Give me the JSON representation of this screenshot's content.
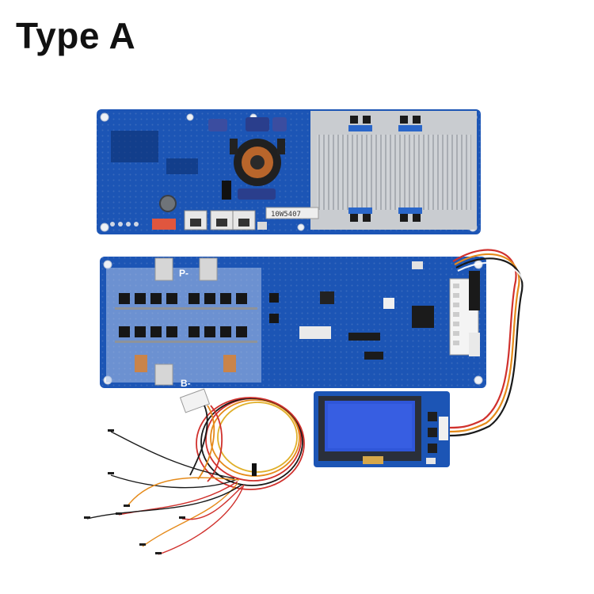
{
  "title": "Type A",
  "colors": {
    "pcb_blue": "#1c55b5",
    "pcb_blue_dark": "#12408f",
    "heatsink_silver": "#c9ccd0",
    "lcd_blue": "#2f56d9",
    "wire_red": "#d0312d",
    "wire_orange": "#e58a1a",
    "wire_black": "#1a1a1a"
  },
  "top_board": {
    "silkscreen_label": "10W5407"
  },
  "middle_board": {
    "positive_label": "P-",
    "negative_label": "B-"
  }
}
